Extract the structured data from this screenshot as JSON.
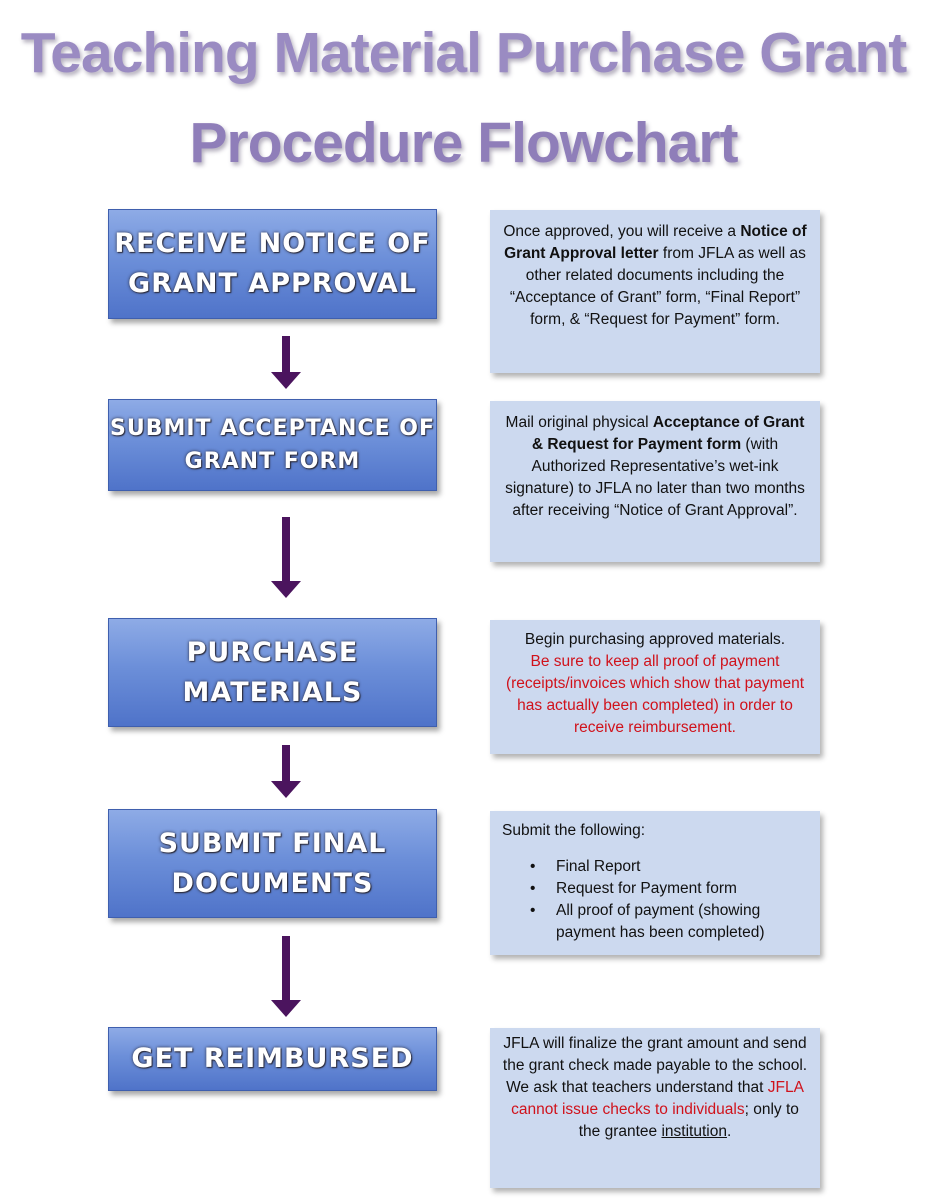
{
  "title": {
    "line1": "Teaching Material Purchase Grant",
    "line2": "Procedure Flowchart"
  },
  "steps": [
    {
      "line1": "RECEIVE NOTICE OF",
      "line2": "GRANT APPROVAL",
      "note": {
        "t1": "Once approved, you will receive a ",
        "b1": "Notice of Grant Approval letter",
        "t2": " from JFLA as well as other related documents including the “Acceptance of Grant” form, “Final Report” form, & “Request for Payment” form."
      }
    },
    {
      "line1": "SUBMIT ACCEPTANCE OF",
      "line2": "GRANT FORM",
      "note": {
        "t1": "Mail original physical ",
        "b1": "Acceptance of Grant & Request for Payment form",
        "t2": " (with Authorized Representative’s wet-ink signature) to JFLA no later than two months after receiving “Notice of Grant Approval”."
      }
    },
    {
      "line1": "PURCHASE",
      "line2": "MATERIALS",
      "note": {
        "t1": "Begin purchasing approved materials.",
        "r1": "Be sure to keep all proof of payment (receipts/invoices which show that payment has actually been completed) in order to receive reimbursement."
      }
    },
    {
      "line1": "SUBMIT FINAL",
      "line2": "DOCUMENTS",
      "note": {
        "intro": "Submit the following:",
        "items": [
          "Final Report",
          "Request for Payment form",
          "All proof of payment (showing payment has been completed)"
        ]
      }
    },
    {
      "line1": "GET REIMBURSED",
      "note": {
        "t1": "JFLA will finalize the grant amount and send the grant check made payable to the school.",
        "t2": "We ask that teachers understand that ",
        "r1": "JFLA cannot issue checks to individuals",
        "t3": "; only to the grantee ",
        "u1": "institution",
        "t4": "."
      }
    }
  ],
  "colors": {
    "title": "#9a8bc2",
    "step_box": "#6c8fd9",
    "note_box": "#ccd9ef",
    "arrow": "#4b145e",
    "highlight": "#d0121b"
  }
}
